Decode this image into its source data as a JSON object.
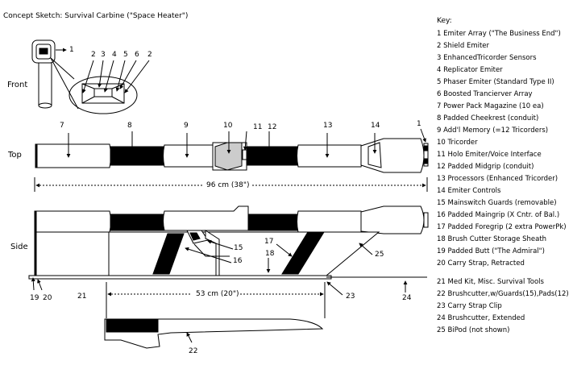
{
  "title": "Concept Sketch: Survival Carbine (\"Space Heater\")",
  "views": {
    "front": "Front",
    "top": "Top",
    "side": "Side"
  },
  "key": {
    "heading": "Key:",
    "items": [
      "1 Emiter Array (\"The Business End\")",
      "2 Shield Emiter",
      "3 EnhancedTricorder Sensors",
      "4 Replicator Emiter",
      "5 Phaser Emiter (Standard Type II)",
      "6 Boosted Trancierver Array",
      "7 Power Pack Magazine (10 ea)",
      "8 Padded Cheekrest (conduit)",
      "9 Add'l Memory (=12 Tricorders)",
      "10 Tricorder",
      "11 Holo Emiter/Voice Interface",
      "12 Padded Midgrip (conduit)",
      "13 Processors (Enhanced Tricorder)",
      "14 Emiter Controls",
      "15 Mainswitch Guards (removable)",
      "16 Padded Maingrip (X Cntr. of Bal.)",
      "17 Padded Foregrip (2 extra PowerPk)",
      "18 Brush Cutter Storage Sheath",
      "19 Padded Butt (\"The Admiral\")",
      "20 Carry Strap, Retracted"
    ],
    "items2": [
      "21 Med Kit, Misc. Survival Tools",
      "22 Brushcutter,w/Guards(15),Pads(12)",
      "23 Carry Strap Clip",
      "24 Brushcutter, Extended",
      "25 BiPod (not shown)"
    ]
  },
  "dimensions": {
    "overall": "96 cm (38\")",
    "cutter": "53 cm (20\")"
  },
  "callouts": {
    "front_1": "1",
    "front_2a": "2",
    "front_3": "3",
    "front_4": "4",
    "front_5": "5",
    "front_6": "6",
    "front_2b": "2",
    "top_7": "7",
    "top_8": "8",
    "top_9": "9",
    "top_10": "10",
    "top_11": "11",
    "top_12": "12",
    "top_13": "13",
    "top_14": "14",
    "top_1": "1",
    "side_15": "15",
    "side_16": "16",
    "side_17": "17",
    "side_18": "18",
    "side_25": "25",
    "side_19": "19",
    "side_20": "20",
    "side_21": "21",
    "side_23": "23",
    "side_24": "24",
    "side_22": "22"
  }
}
